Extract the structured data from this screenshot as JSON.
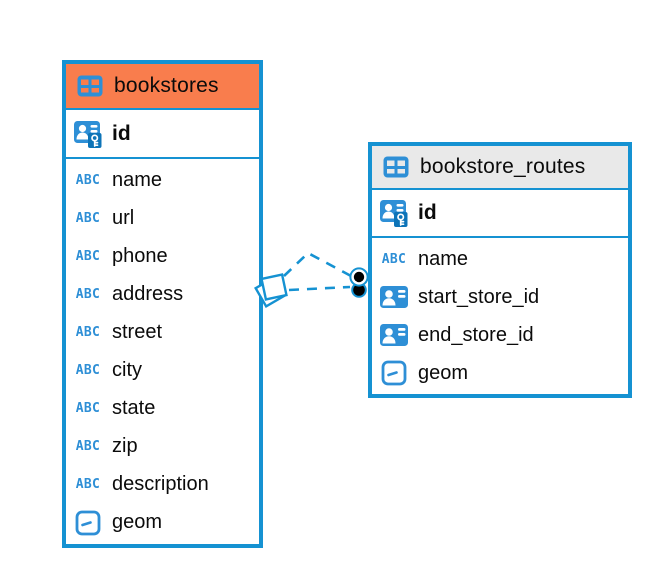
{
  "diagram": {
    "type": "entity-relationship",
    "tables": [
      {
        "name": "bookstores",
        "header_color": "#F97D4D",
        "table_icon": "table-grid-icon",
        "pk": {
          "name": "id",
          "icon": "primary-key-user-icon"
        },
        "columns": [
          {
            "name": "name",
            "icon": "text-type-icon"
          },
          {
            "name": "url",
            "icon": "text-type-icon"
          },
          {
            "name": "phone",
            "icon": "text-type-icon"
          },
          {
            "name": "address",
            "icon": "text-type-icon"
          },
          {
            "name": "street",
            "icon": "text-type-icon"
          },
          {
            "name": "city",
            "icon": "text-type-icon"
          },
          {
            "name": "state",
            "icon": "text-type-icon"
          },
          {
            "name": "zip",
            "icon": "text-type-icon"
          },
          {
            "name": "description",
            "icon": "text-type-icon"
          },
          {
            "name": "geom",
            "icon": "geometry-type-icon"
          }
        ]
      },
      {
        "name": "bookstore_routes",
        "header_color": "#E9E9E9",
        "table_icon": "table-grid-icon",
        "pk": {
          "name": "id",
          "icon": "primary-key-user-icon"
        },
        "columns": [
          {
            "name": "name",
            "icon": "text-type-icon"
          },
          {
            "name": "start_store_id",
            "icon": "foreign-key-user-icon"
          },
          {
            "name": "end_store_id",
            "icon": "foreign-key-user-icon"
          },
          {
            "name": "geom",
            "icon": "geometry-type-icon"
          }
        ]
      }
    ],
    "relationships": [
      {
        "from": "bookstores",
        "to": "bookstore_routes",
        "line_style": "dashed",
        "source_marker": "diamond",
        "target_marker": "dot"
      },
      {
        "from": "bookstores",
        "to": "bookstore_routes",
        "line_style": "dashed",
        "source_marker": "diamond",
        "target_marker": "dot"
      }
    ]
  },
  "icons": {
    "text_type_label": "ABC"
  },
  "colors": {
    "accent_blue": "#1592D2",
    "icon_blue": "#2E8FD6",
    "key_overlay_blue": "#0D74B8",
    "bookstores_header": "#F97D4D",
    "routes_header": "#E9E9E9",
    "dot_marker": "#000000",
    "background": "#FFFFFF",
    "text": "#0B0B0B"
  }
}
